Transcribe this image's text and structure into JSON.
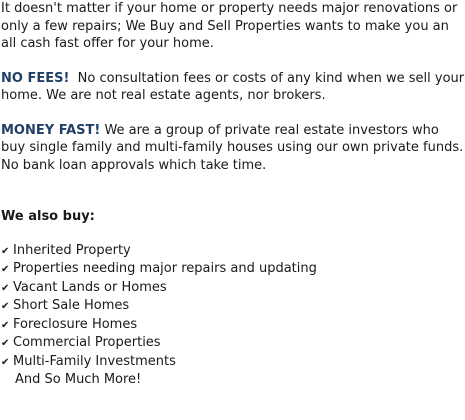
{
  "intro": "It doesn't matter if your home or property needs major renovations or only a few repairs; We Buy and Sell Properties wants to make you an all cash fast offer for your home.",
  "fees": {
    "lead": "NO FEES!",
    "text": "No consultation fees or costs of any kind when we sell your home. We are not real estate agents, nor brokers."
  },
  "money": {
    "lead": "MONEY FAST!",
    "text": "We are a group of private real estate investors who buy single family and multi-family houses using our own private funds. No bank loan approvals which take time."
  },
  "also_buy": {
    "heading": "We also buy:",
    "items": [
      "Inherited Property",
      "Properties needing major repairs and updating",
      "Vacant Lands or Homes",
      "Short Sale Homes",
      "Foreclosure Homes",
      "Commercial Properties",
      "Multi-Family Investments"
    ],
    "more": "And So Much More!"
  },
  "icons": {
    "list_bullet": "check-icon"
  },
  "colors": {
    "lead_text": "#1f3f66",
    "body_text": "#1a1a1a",
    "background": "#ffffff"
  }
}
